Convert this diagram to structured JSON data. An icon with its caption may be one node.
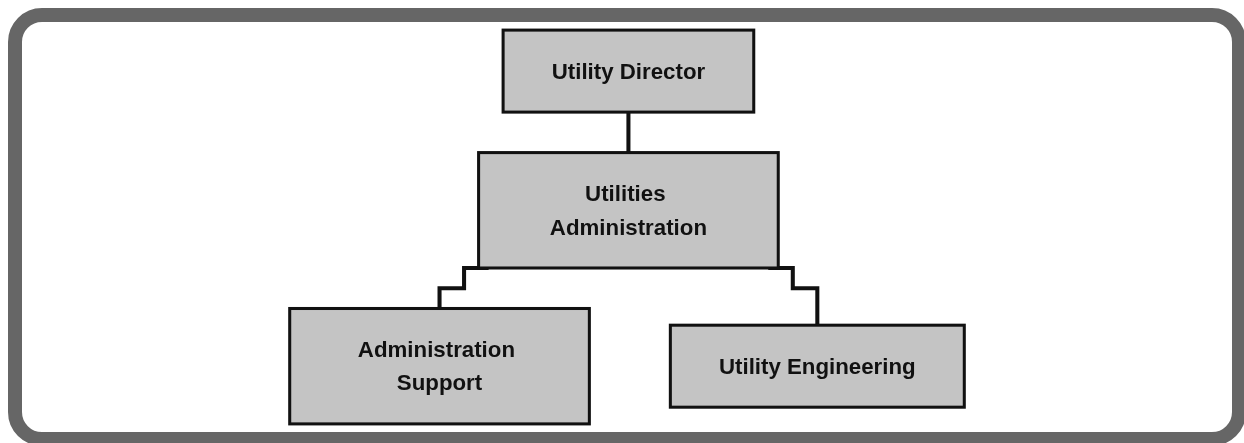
{
  "diagram": {
    "nodes": [
      {
        "text": [
          "Utility Director"
        ]
      },
      {
        "text": [
          "Utilities Administration"
        ]
      },
      {
        "text": [
          "Administration Support"
        ]
      },
      {
        "text": [
          "Utility Engineering"
        ]
      }
    ],
    "edges": [
      {
        "from": 0,
        "to": 1,
        "arrow": "none"
      },
      {
        "from": 1,
        "to": 2,
        "arrow": "none"
      },
      {
        "from": 1,
        "to": 3,
        "arrow": "none"
      }
    ]
  }
}
